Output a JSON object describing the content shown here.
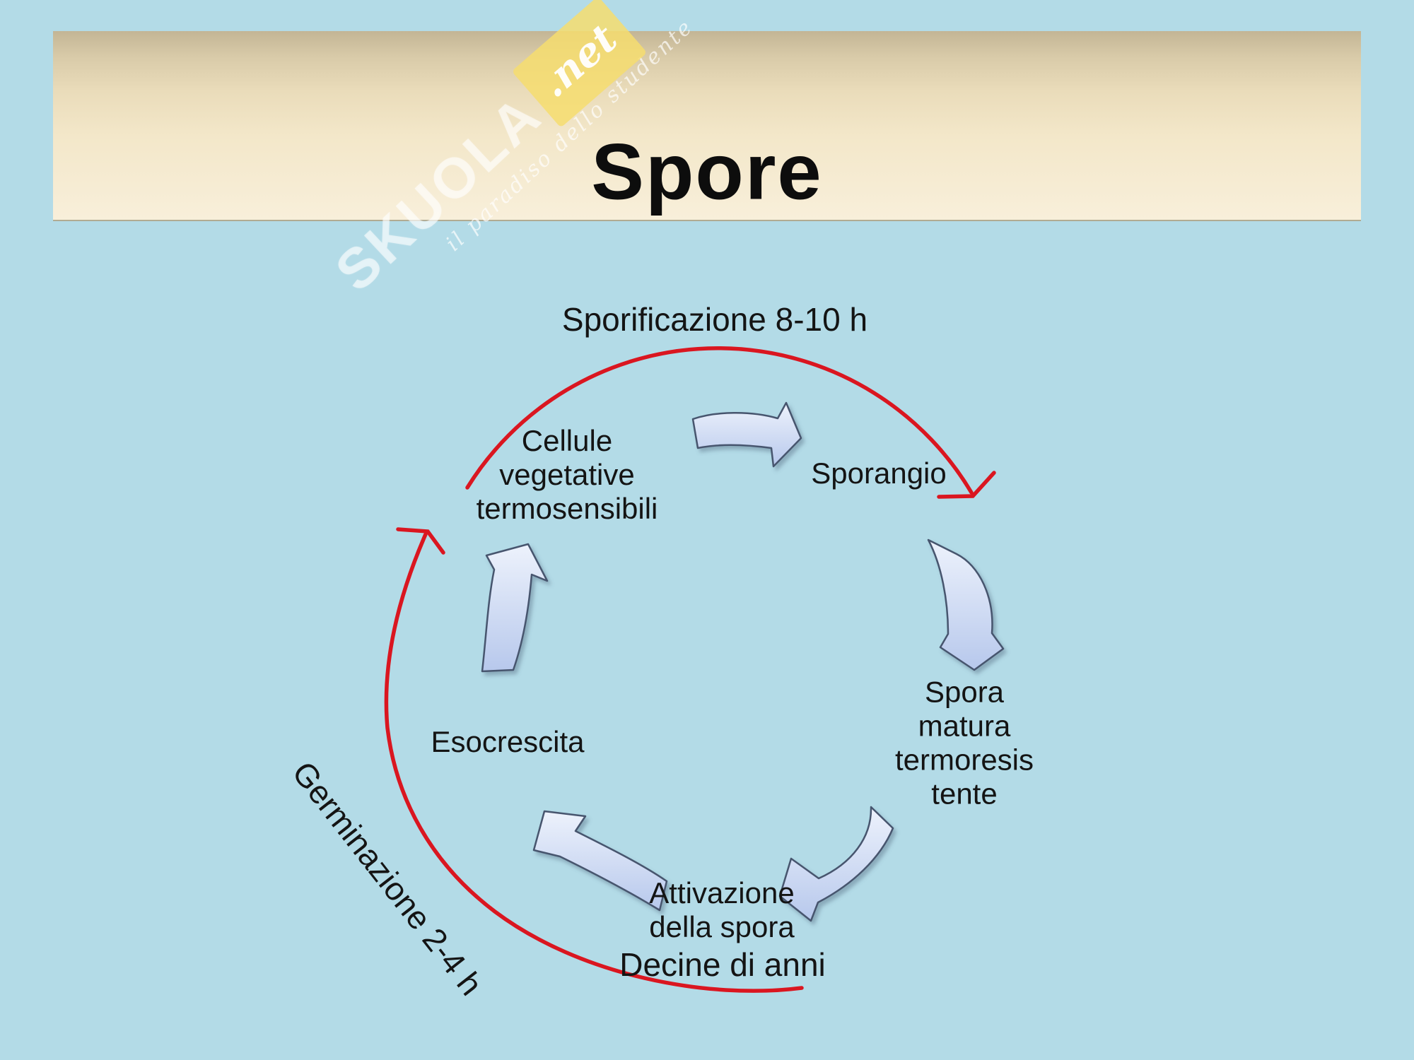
{
  "slide": {
    "title": "Spore",
    "background_color": "#b3dbe7",
    "banner_top_color": "#c3b595",
    "banner_bottom_color": "#f8efda"
  },
  "watermark": {
    "brand": "SKUOLA",
    "tld_dot": ".",
    "tld": "net",
    "tagline": "il paradiso dello studente"
  },
  "diagram": {
    "annotations": [
      {
        "id": "sporificazione",
        "label": "Sporificazione 8-10 h"
      },
      {
        "id": "germinazione",
        "label": "Germinazione 2-4 h"
      },
      {
        "id": "decine",
        "label": "Decine di anni"
      }
    ],
    "nodes": [
      {
        "id": "cellule-vegetative",
        "lines": [
          "Cellule",
          "vegetative",
          "termosensibili"
        ]
      },
      {
        "id": "sporangio",
        "lines": [
          "Sporangio"
        ]
      },
      {
        "id": "spora-matura",
        "lines": [
          "Spora",
          "matura",
          "termoresis",
          "tente"
        ]
      },
      {
        "id": "attivazione-spora",
        "lines": [
          "Attivazione",
          "della spora"
        ]
      },
      {
        "id": "esocrescita",
        "lines": [
          "Esocrescita"
        ]
      }
    ],
    "edges": [
      {
        "from": "cellule-vegetative",
        "to": "sporangio"
      },
      {
        "from": "sporangio",
        "to": "spora-matura"
      },
      {
        "from": "spora-matura",
        "to": "attivazione-spora"
      },
      {
        "from": "attivazione-spora",
        "to": "esocrescita"
      },
      {
        "from": "esocrescita",
        "to": "cellule-vegetative"
      }
    ],
    "colors": {
      "arc_red": "#da1620",
      "arrow_fill_light": "#edf2fc",
      "arrow_fill_dark": "#b7c8ec",
      "arrow_outline": "#46556e",
      "text": "#141414"
    }
  }
}
